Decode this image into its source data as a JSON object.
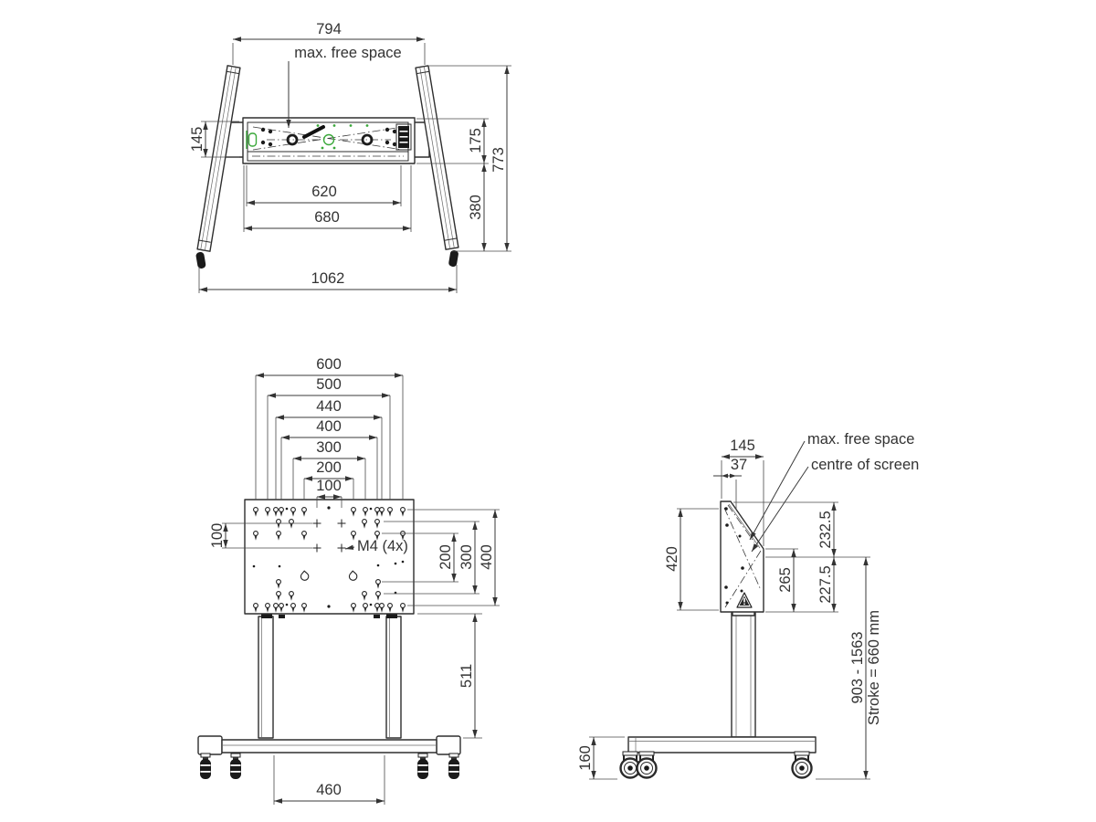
{
  "drawing": {
    "background": "#ffffff",
    "line_color": "#333333",
    "accent_green": "#3aa83a",
    "top_view": {
      "label_max_free_space": "max. free space",
      "dim_top_width": "794",
      "dim_body_height_inner": "145",
      "dim_body_height_outer": "175",
      "dim_leg_span_vertical": "773",
      "dim_body_to_leg_end": "380",
      "dim_inner_width": "620",
      "dim_body_width": "680",
      "dim_total_width": "1062"
    },
    "front_view": {
      "dim_vesa_600": "600",
      "dim_vesa_500": "500",
      "dim_vesa_440": "440",
      "dim_vesa_400": "400",
      "dim_vesa_300": "300",
      "dim_vesa_200": "200",
      "dim_vesa_100": "100",
      "dim_vesa_100_vertical": "100",
      "label_m4": "M4 (4x)",
      "dim_right_200": "200",
      "dim_right_300": "300",
      "dim_right_400": "400",
      "dim_column_height": "511",
      "dim_base_inner_width": "460"
    },
    "side_view": {
      "label_max_free_space": "max. free space",
      "label_centre_of_screen": "centre of screen",
      "dim_head_depth": "145",
      "dim_top_offset": "37",
      "dim_plate_height": "420",
      "dim_top_to_centre": "232.5",
      "dim_slant_to_bottom": "265",
      "dim_centre_to_bottom": "227.5",
      "dim_base_height": "160",
      "dim_height_range": "903 - 1563",
      "dim_stroke": "Stroke = 660 mm"
    }
  }
}
